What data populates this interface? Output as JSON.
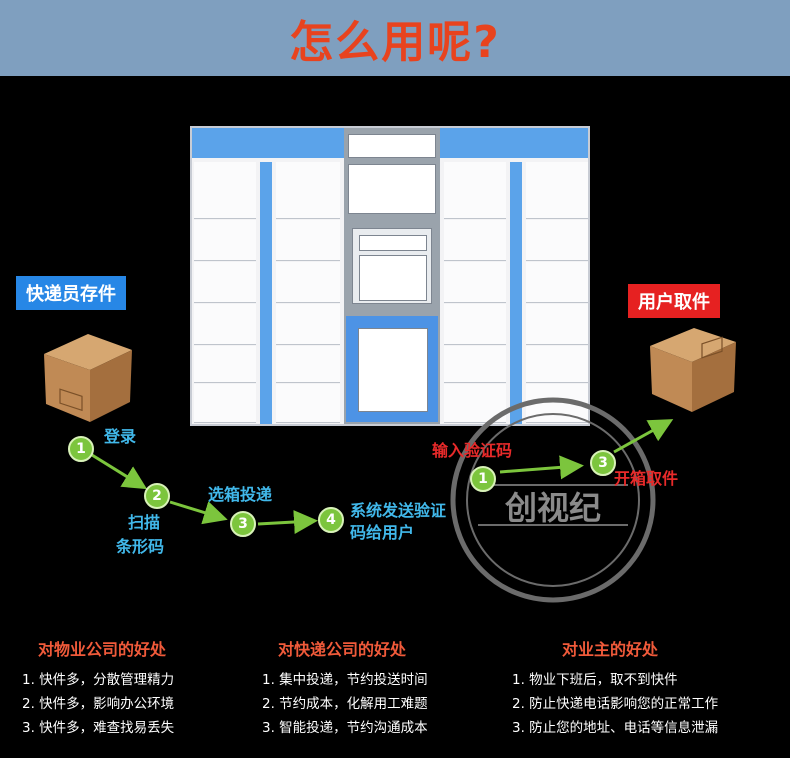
{
  "header": {
    "title": "怎么用呢?"
  },
  "courier_tag": "快递员存件",
  "user_tag": "用户取件",
  "courier_steps": [
    {
      "num": "1",
      "label": "登录"
    },
    {
      "num": "2",
      "label_line1": "扫描",
      "label_line2": "条形码"
    },
    {
      "num": "3",
      "label": "选箱投递"
    },
    {
      "num": "4",
      "label_line1": "系统发送验证",
      "label_line2": "码给用户"
    }
  ],
  "user_steps": [
    {
      "num": "1",
      "label": "输入验证码"
    },
    {
      "num": "3",
      "label": "开箱取件"
    }
  ],
  "stamp": {
    "text": "创视纪"
  },
  "benefits": [
    {
      "title": "对物业公司的好处",
      "items": [
        "1. 快件多，分散管理精力",
        "2. 快件多，影响办公环境",
        "3. 快件多，难查找易丢失"
      ]
    },
    {
      "title": "对快递公司的好处",
      "items": [
        "1. 集中投递，节约投送时间",
        "2. 节约成本，化解用工难题",
        "3. 智能投递，节约沟通成本"
      ]
    },
    {
      "title": "对业主的好处",
      "items": [
        "1. 物业下班后，取不到快件",
        "2. 防止快递电话影响您的正常工作",
        "3. 防止您的地址、电话等信息泄漏"
      ]
    }
  ],
  "colors": {
    "header_bg": "#7f9fbf",
    "title": "#e8431e",
    "step_green": "#7cc53d",
    "step_text": "#41b8ea",
    "benefit_title": "#f05a3a"
  }
}
